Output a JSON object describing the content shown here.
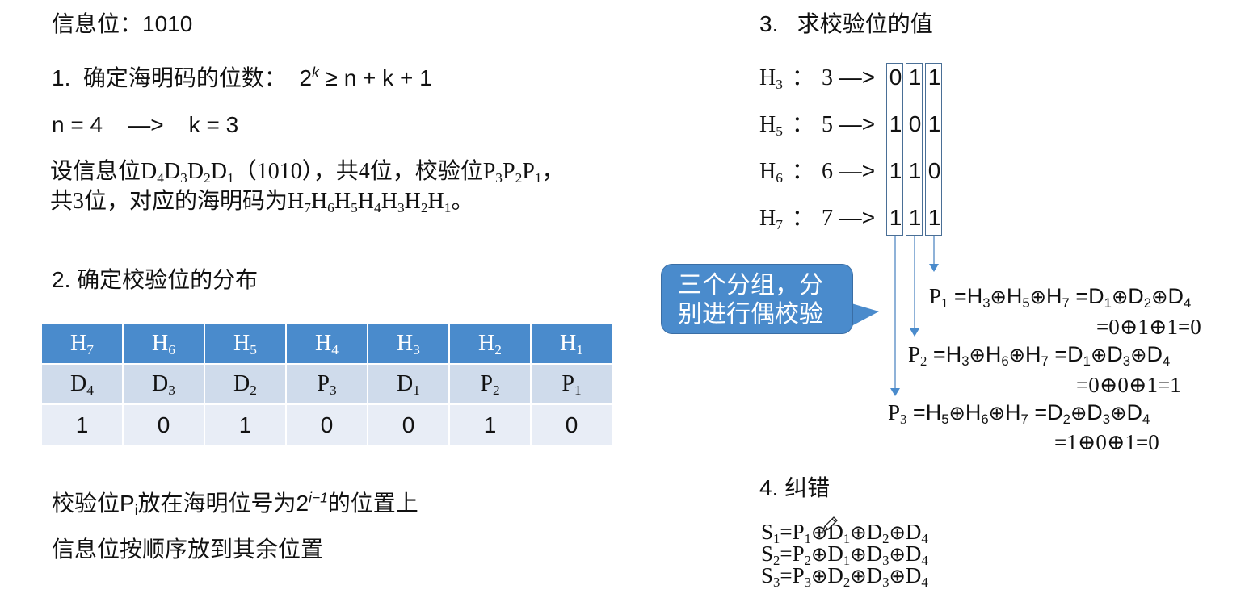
{
  "left": {
    "info_bits": {
      "label": "信息位：",
      "value": "1010"
    },
    "step1": {
      "number": "1.",
      "title": "确定海明码的位数：",
      "formula_base": "2",
      "formula_exp": "k",
      "formula_rest": " ≥ n + k + 1"
    },
    "n_k": {
      "n": "n = 4",
      "arrow": "—>",
      "k": "k = 3"
    },
    "desc": {
      "line1_prefix": "设信息位",
      "line1_bits": [
        [
          "D",
          "4"
        ],
        [
          "D",
          "3"
        ],
        [
          "D",
          "2"
        ],
        [
          "D",
          "1"
        ]
      ],
      "line1_mid": "（1010），共4位，校验位",
      "line1_check": [
        [
          "P",
          "3"
        ],
        [
          "P",
          "2"
        ],
        [
          "P",
          "1"
        ]
      ],
      "line1_end": "，",
      "line2_prefix": "共3位，对应的海明码为",
      "line2_code": [
        [
          "H",
          "7"
        ],
        [
          "H",
          "6"
        ],
        [
          "H",
          "5"
        ],
        [
          "H",
          "4"
        ],
        [
          "H",
          "3"
        ],
        [
          "H",
          "2"
        ],
        [
          "H",
          "1"
        ]
      ],
      "line2_end": "。"
    },
    "step2": {
      "number": "2.",
      "title": "确定校验位的分布"
    },
    "table": {
      "header": [
        [
          "H",
          "7"
        ],
        [
          "H",
          "6"
        ],
        [
          "H",
          "5"
        ],
        [
          "H",
          "4"
        ],
        [
          "H",
          "3"
        ],
        [
          "H",
          "2"
        ],
        [
          "H",
          "1"
        ]
      ],
      "mapping": [
        [
          "D",
          "4"
        ],
        [
          "D",
          "3"
        ],
        [
          "D",
          "2"
        ],
        [
          "P",
          "3"
        ],
        [
          "D",
          "1"
        ],
        [
          "P",
          "2"
        ],
        [
          "P",
          "1"
        ]
      ],
      "values": [
        "1",
        "0",
        "1",
        "0",
        "0",
        "1",
        "0"
      ]
    },
    "rule1": {
      "prefix": "校验位P",
      "sub": "i",
      "mid": "放在海明位号为2",
      "sup": "i−1",
      "end": "的位置上"
    },
    "rule2": "信息位按顺序放到其余位置"
  },
  "right": {
    "step3": {
      "number": "3.",
      "title": "求校验位的值"
    },
    "bit_rows": [
      {
        "h": "H",
        "sub": "3",
        "colon": "：",
        "num": "3",
        "arrow": "—>",
        "bits": [
          "0",
          "1",
          "1"
        ]
      },
      {
        "h": "H",
        "sub": "5",
        "colon": "：",
        "num": "5",
        "arrow": "—>",
        "bits": [
          "1",
          "0",
          "1"
        ]
      },
      {
        "h": "H",
        "sub": "6",
        "colon": "：",
        "num": "6",
        "arrow": "—>",
        "bits": [
          "1",
          "1",
          "0"
        ]
      },
      {
        "h": "H",
        "sub": "7",
        "colon": "：",
        "num": "7",
        "arrow": "—>",
        "bits": [
          "1",
          "1",
          "1"
        ]
      }
    ],
    "callout": {
      "line1": "三个分组，分",
      "line2": "别进行偶校验"
    },
    "equations": [
      {
        "lhs": "P",
        "lhs_sub": "1",
        "h_terms": [
          [
            "H",
            "3"
          ],
          [
            "H",
            "5"
          ],
          [
            "H",
            "7"
          ]
        ],
        "d_terms": [
          [
            "D",
            "1"
          ],
          [
            "D",
            "2"
          ],
          [
            "D",
            "4"
          ]
        ],
        "result": "=0⊕1⊕1=0"
      },
      {
        "lhs": "P",
        "lhs_sub": "2",
        "h_terms": [
          [
            "H",
            "3"
          ],
          [
            "H",
            "6"
          ],
          [
            "H",
            "7"
          ]
        ],
        "d_terms": [
          [
            "D",
            "1"
          ],
          [
            "D",
            "3"
          ],
          [
            "D",
            "4"
          ]
        ],
        "result": "=0⊕0⊕1=1"
      },
      {
        "lhs": "P",
        "lhs_sub": "3",
        "h_terms": [
          [
            "H",
            "5"
          ],
          [
            "H",
            "6"
          ],
          [
            "H",
            "7"
          ]
        ],
        "d_terms": [
          [
            "D",
            "2"
          ],
          [
            "D",
            "3"
          ],
          [
            "D",
            "4"
          ]
        ],
        "result": "=1⊕0⊕1=0"
      }
    ],
    "step4": {
      "number": "4.",
      "title": "纠错"
    },
    "syndromes": [
      {
        "s": "S",
        "s_sub": "1",
        "terms": [
          [
            "P",
            "1"
          ],
          [
            "D",
            "1"
          ],
          [
            "D",
            "2"
          ],
          [
            "D",
            "4"
          ]
        ]
      },
      {
        "s": "S",
        "s_sub": "2",
        "terms": [
          [
            "P",
            "2"
          ],
          [
            "D",
            "1"
          ],
          [
            "D",
            "3"
          ],
          [
            "D",
            "4"
          ]
        ]
      },
      {
        "s": "S",
        "s_sub": "3",
        "terms": [
          [
            "P",
            "3"
          ],
          [
            "D",
            "2"
          ],
          [
            "D",
            "3"
          ],
          [
            "D",
            "4"
          ]
        ]
      }
    ]
  },
  "colors": {
    "accent_blue": "#4a8bcc",
    "table_row2": "#cfdbeb",
    "table_row3": "#e8edf6",
    "box_border": "#4a6f96"
  }
}
